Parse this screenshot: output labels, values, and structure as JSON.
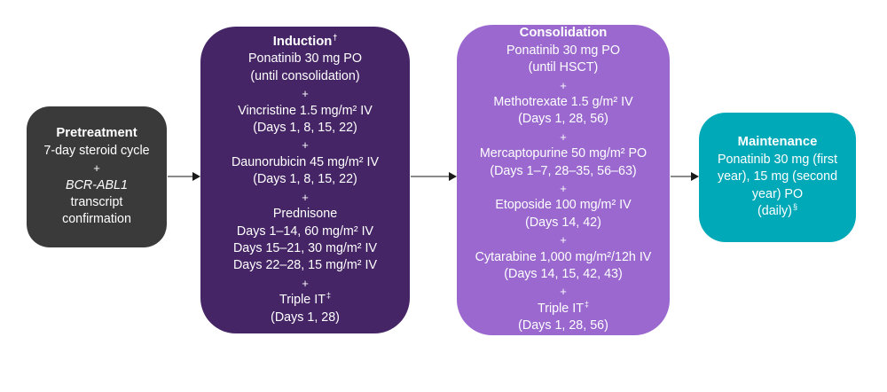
{
  "diagram": {
    "colors": {
      "background": "#ffffff",
      "arrow_shaft": "#8b8b8b",
      "arrow_head": "#1a1a1a",
      "text": "#ffffff"
    },
    "boxes": [
      {
        "id": "pretreatment",
        "color": "#3a3a3a",
        "lines": [
          {
            "kind": "title",
            "text": "Pretreatment"
          },
          {
            "kind": "text",
            "text": "7-day steroid cycle"
          },
          {
            "kind": "plus",
            "text": "+"
          },
          {
            "kind": "text",
            "text": "BCR-ABL1",
            "italic": true
          },
          {
            "kind": "text",
            "text": "transcript"
          },
          {
            "kind": "text",
            "text": "confirmation"
          }
        ]
      },
      {
        "id": "induction",
        "color": "#452566",
        "lines": [
          {
            "kind": "title",
            "text": "Induction",
            "sup": "†"
          },
          {
            "kind": "text",
            "text": "Ponatinib 30 mg PO"
          },
          {
            "kind": "text",
            "text": "(until consolidation)"
          },
          {
            "kind": "plus",
            "text": "+"
          },
          {
            "kind": "text",
            "text": "Vincristine 1.5 mg/m² IV"
          },
          {
            "kind": "text",
            "text": "(Days 1, 8, 15, 22)"
          },
          {
            "kind": "plus",
            "text": "+"
          },
          {
            "kind": "text",
            "text": "Daunorubicin 45 mg/m² IV"
          },
          {
            "kind": "text",
            "text": "(Days 1, 8, 15, 22)"
          },
          {
            "kind": "plus",
            "text": "+"
          },
          {
            "kind": "text",
            "text": "Prednisone"
          },
          {
            "kind": "text",
            "text": "Days 1–14, 60 mg/m² IV"
          },
          {
            "kind": "text",
            "text": "Days 15–21, 30 mg/m² IV"
          },
          {
            "kind": "text",
            "text": "Days 22–28, 15 mg/m² IV"
          },
          {
            "kind": "plus",
            "text": "+"
          },
          {
            "kind": "text",
            "text": "Triple IT",
            "sup": "‡"
          },
          {
            "kind": "text",
            "text": "(Days 1, 28)"
          }
        ]
      },
      {
        "id": "consolidation",
        "color": "#9a68ce",
        "lines": [
          {
            "kind": "title",
            "text": "Consolidation"
          },
          {
            "kind": "text",
            "text": "Ponatinib 30 mg PO"
          },
          {
            "kind": "text",
            "text": "(until HSCT)"
          },
          {
            "kind": "plus",
            "text": "+"
          },
          {
            "kind": "text",
            "text": "Methotrexate 1.5 g/m² IV"
          },
          {
            "kind": "text",
            "text": "(Days 1, 28, 56)"
          },
          {
            "kind": "plus",
            "text": "+"
          },
          {
            "kind": "text",
            "text": "Mercaptopurine 50 mg/m² PO"
          },
          {
            "kind": "text",
            "text": "(Days 1–7, 28–35, 56–63)"
          },
          {
            "kind": "plus",
            "text": "+"
          },
          {
            "kind": "text",
            "text": "Etoposide 100 mg/m² IV"
          },
          {
            "kind": "text",
            "text": "(Days 14, 42)"
          },
          {
            "kind": "plus",
            "text": "+"
          },
          {
            "kind": "text",
            "text": "Cytarabine 1,000 mg/m²/12h IV"
          },
          {
            "kind": "text",
            "text": "(Days 14, 15, 42, 43)"
          },
          {
            "kind": "plus",
            "text": "+"
          },
          {
            "kind": "text",
            "text": "Triple IT",
            "sup": "‡"
          },
          {
            "kind": "text",
            "text": "(Days 1, 28, 56)"
          }
        ]
      },
      {
        "id": "maintenance",
        "color": "#00a9b8",
        "lines": [
          {
            "kind": "title",
            "text": "Maintenance"
          },
          {
            "kind": "text",
            "text": "Ponatinib 30 mg (first"
          },
          {
            "kind": "text",
            "text": "year), 15 mg (second"
          },
          {
            "kind": "text",
            "text": "year) PO"
          },
          {
            "kind": "text",
            "text": "(daily)",
            "sup": "§"
          }
        ]
      }
    ],
    "arrows": [
      {
        "from": "pretreatment",
        "to": "induction"
      },
      {
        "from": "induction",
        "to": "consolidation"
      },
      {
        "from": "consolidation",
        "to": "maintenance"
      }
    ]
  }
}
